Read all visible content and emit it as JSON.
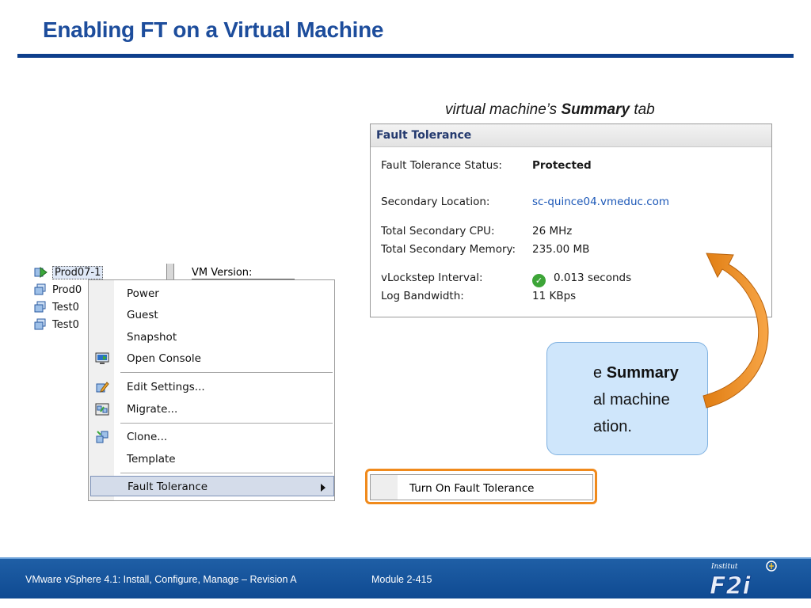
{
  "slide": {
    "title": "Enabling FT on a Virtual Machine",
    "caption_prefix": "virtual machine’s ",
    "caption_bold": "Summary",
    "caption_suffix": " tab"
  },
  "ft_panel": {
    "header": "Fault Tolerance",
    "rows": [
      {
        "label": "Fault Tolerance Status:",
        "value": "Protected"
      },
      {
        "label": "Secondary Location:",
        "value": "sc-quince04.vmeduc.com"
      },
      {
        "label": "Total Secondary CPU:",
        "value": "26 MHz"
      },
      {
        "label": "Total Secondary Memory:",
        "value": "235.00 MB"
      },
      {
        "label": "vLockstep Interval:",
        "value": "0.013 seconds"
      },
      {
        "label": "Log Bandwidth:",
        "value": "11 KBps"
      }
    ]
  },
  "callout": {
    "line1_prefix": "e ",
    "line1_bold": "Summary",
    "line2": "al machine",
    "line3": "ation."
  },
  "tree": {
    "items": [
      "Prod07-1",
      "Prod0",
      "Test0",
      "Test0"
    ],
    "vm_version_label": "VM Version:"
  },
  "context_menu": {
    "items": [
      "Power",
      "Guest",
      "Snapshot",
      "Open Console",
      "Edit Settings...",
      "Migrate...",
      "Clone...",
      "Template",
      "Fault Tolerance"
    ]
  },
  "sub_menu": {
    "item": "Turn On Fault Tolerance"
  },
  "footer": {
    "course": "VMware vSphere 4.1: Install, Configure, Manage – Revision A",
    "module": "Module 2-415",
    "logo_text": "F2i",
    "logo_tagline": "Institut"
  },
  "colors": {
    "title": "#1d4d9c",
    "footer": "#1f5fa6",
    "highlight_orange": "#f08a1c",
    "callout_bg": "#cfe6fb"
  }
}
